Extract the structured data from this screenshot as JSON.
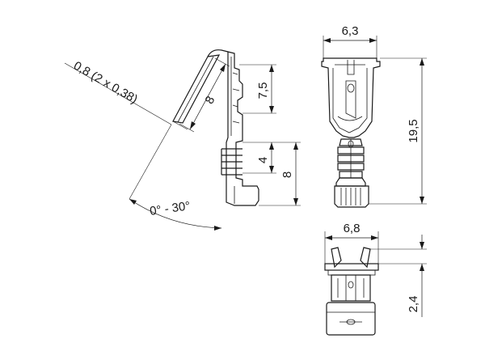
{
  "drawing": {
    "dimensions": {
      "width_top": "6,3",
      "length_total": "19,5",
      "height_upper": "7,5",
      "height_small": "4",
      "height_lower": "8",
      "tab_length": "8",
      "thickness": "0,8 (2 x 0,38)",
      "angle": "0° - 30°",
      "width_bottom": "6,8",
      "height_bottom": "2,4"
    }
  }
}
